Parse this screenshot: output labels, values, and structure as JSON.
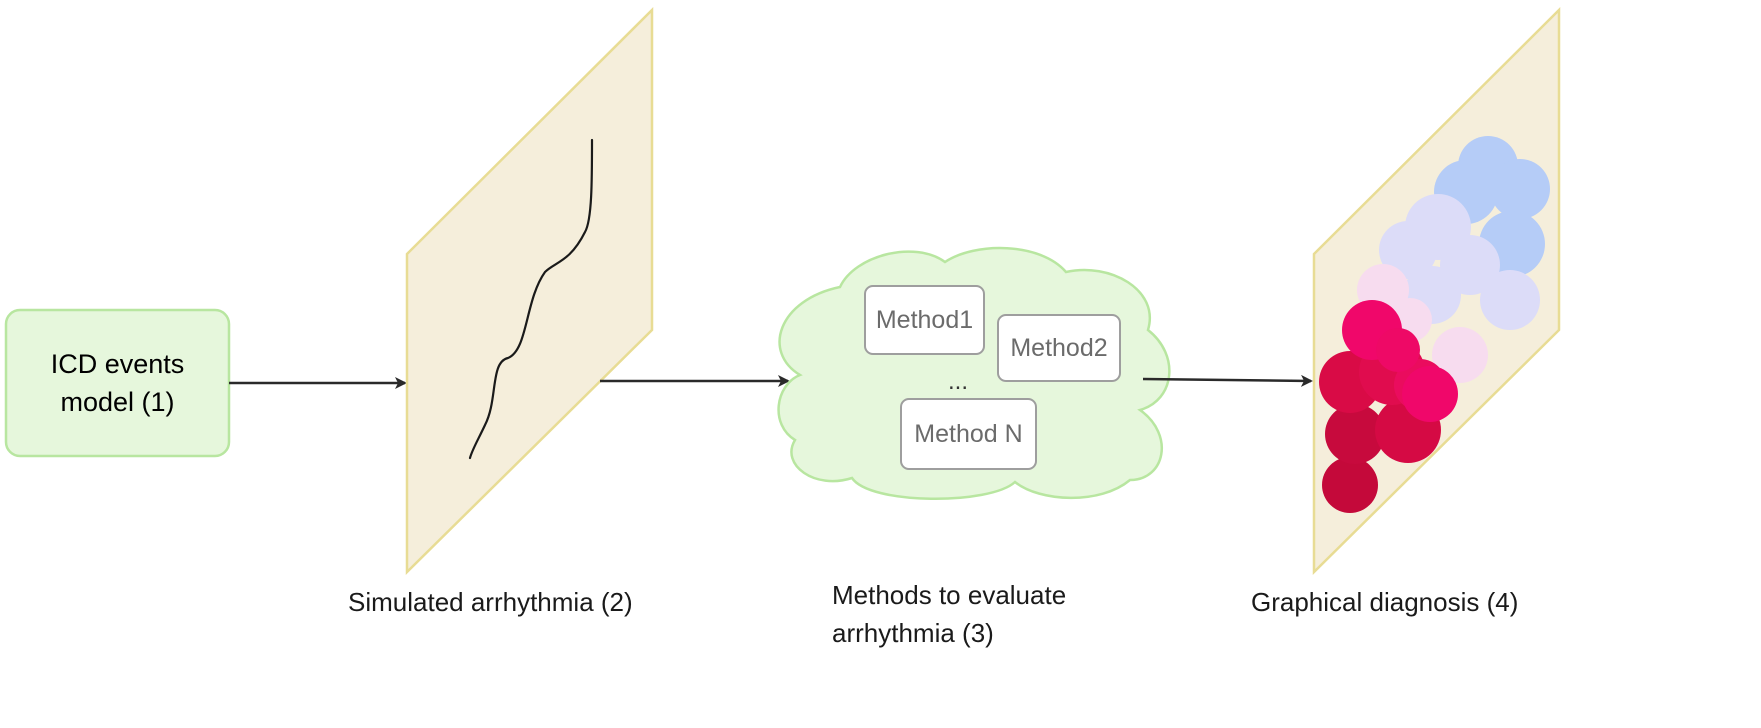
{
  "icd_model": {
    "line1": "ICD events",
    "line2": "model (1)"
  },
  "simulated": {
    "caption": "Simulated arrhythmia (2)"
  },
  "methods": {
    "items": [
      "Method1",
      "Method2",
      "Method N"
    ],
    "ellipsis": "...",
    "caption_line1": "Methods to evaluate",
    "caption_line2": "arrhythmia (3)"
  },
  "graphical": {
    "caption": "Graphical diagnosis (4)"
  },
  "colors": {
    "green_fill": "#e6f7dc",
    "green_stroke": "#b8e6a0",
    "plane_fill": "#f5eedb",
    "plane_stroke": "#e8dc94",
    "arrow": "#2a2a2a",
    "blob_blue": "#b5ccf7",
    "blob_lavender": "#dcdcf8",
    "blob_pink_light": "#f7dcef",
    "blob_magenta": "#f0076a",
    "blob_crimson": "#d90b46",
    "blob_dark_crimson": "#c4093a"
  }
}
